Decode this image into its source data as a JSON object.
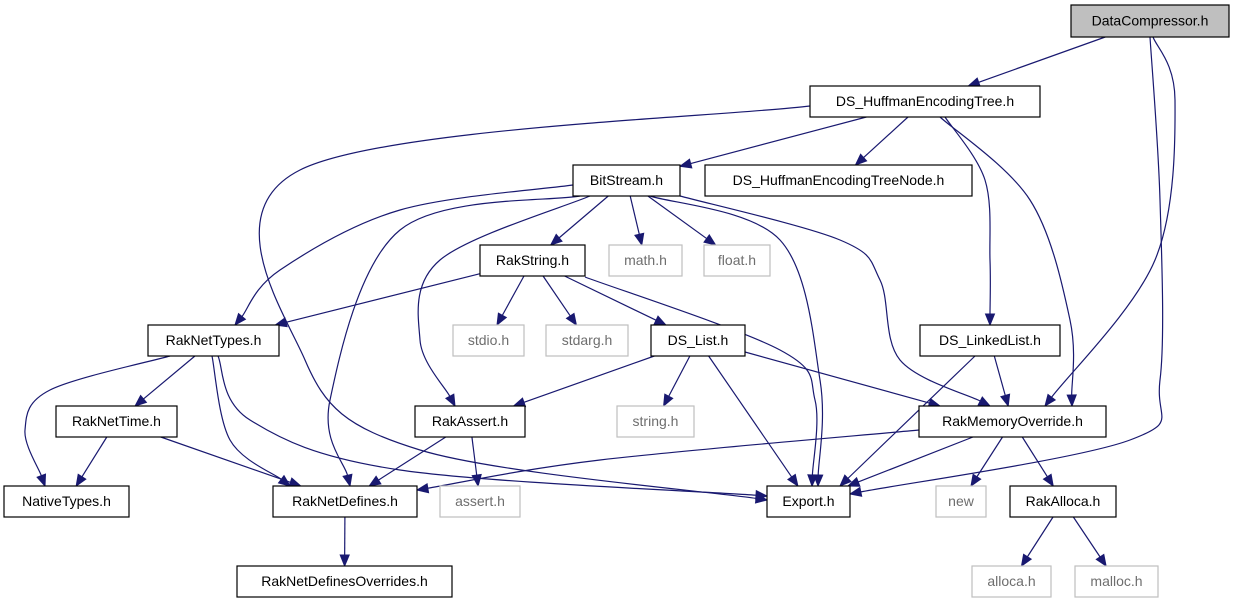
{
  "diagram": {
    "colors": {
      "edge": "#191970",
      "root_fill": "#bfbfbf",
      "node_border": "#000000",
      "system_border": "#bfbfbf",
      "system_text": "#6e6e6e"
    },
    "nodes": [
      {
        "id": "DataCompressor",
        "label": "DataCompressor.h",
        "kind": "root"
      },
      {
        "id": "HuffTree",
        "label": "DS_HuffmanEncodingTree.h",
        "kind": "local"
      },
      {
        "id": "BitStream",
        "label": "BitStream.h",
        "kind": "local"
      },
      {
        "id": "HuffNode",
        "label": "DS_HuffmanEncodingTreeNode.h",
        "kind": "local"
      },
      {
        "id": "RakString",
        "label": "RakString.h",
        "kind": "local"
      },
      {
        "id": "math",
        "label": "math.h",
        "kind": "system"
      },
      {
        "id": "float",
        "label": "float.h",
        "kind": "system"
      },
      {
        "id": "RakNetTypes",
        "label": "RakNetTypes.h",
        "kind": "local"
      },
      {
        "id": "stdio",
        "label": "stdio.h",
        "kind": "system"
      },
      {
        "id": "stdarg",
        "label": "stdarg.h",
        "kind": "system"
      },
      {
        "id": "DS_List",
        "label": "DS_List.h",
        "kind": "local"
      },
      {
        "id": "LinkedList",
        "label": "DS_LinkedList.h",
        "kind": "local"
      },
      {
        "id": "RakNetTime",
        "label": "RakNetTime.h",
        "kind": "local"
      },
      {
        "id": "RakAssert",
        "label": "RakAssert.h",
        "kind": "local"
      },
      {
        "id": "string",
        "label": "string.h",
        "kind": "system"
      },
      {
        "id": "RakMemOverride",
        "label": "RakMemoryOverride.h",
        "kind": "local"
      },
      {
        "id": "NativeTypes",
        "label": "NativeTypes.h",
        "kind": "local"
      },
      {
        "id": "RakNetDefines",
        "label": "RakNetDefines.h",
        "kind": "local"
      },
      {
        "id": "assert",
        "label": "assert.h",
        "kind": "system"
      },
      {
        "id": "Export",
        "label": "Export.h",
        "kind": "local"
      },
      {
        "id": "new",
        "label": "new",
        "kind": "system"
      },
      {
        "id": "RakAlloca",
        "label": "RakAlloca.h",
        "kind": "local"
      },
      {
        "id": "DefinesOverrides",
        "label": "RakNetDefinesOverrides.h",
        "kind": "local"
      },
      {
        "id": "alloca",
        "label": "alloca.h",
        "kind": "system"
      },
      {
        "id": "malloc",
        "label": "malloc.h",
        "kind": "system"
      }
    ],
    "edges": [
      [
        "DataCompressor",
        "HuffTree"
      ],
      [
        "DataCompressor",
        "RakMemOverride"
      ],
      [
        "DataCompressor",
        "Export"
      ],
      [
        "HuffTree",
        "BitStream"
      ],
      [
        "HuffTree",
        "HuffNode"
      ],
      [
        "HuffTree",
        "LinkedList"
      ],
      [
        "HuffTree",
        "RakMemOverride"
      ],
      [
        "HuffTree",
        "Export"
      ],
      [
        "BitStream",
        "RakString"
      ],
      [
        "BitStream",
        "math"
      ],
      [
        "BitStream",
        "float"
      ],
      [
        "BitStream",
        "RakNetTypes"
      ],
      [
        "BitStream",
        "RakAssert"
      ],
      [
        "BitStream",
        "RakNetDefines"
      ],
      [
        "BitStream",
        "Export"
      ],
      [
        "BitStream",
        "RakMemOverride"
      ],
      [
        "RakString",
        "RakNetTypes"
      ],
      [
        "RakString",
        "stdio"
      ],
      [
        "RakString",
        "stdarg"
      ],
      [
        "RakString",
        "DS_List"
      ],
      [
        "RakString",
        "Export"
      ],
      [
        "RakNetTypes",
        "RakNetTime"
      ],
      [
        "RakNetTypes",
        "NativeTypes"
      ],
      [
        "RakNetTypes",
        "RakNetDefines"
      ],
      [
        "RakNetTypes",
        "Export"
      ],
      [
        "DS_List",
        "RakAssert"
      ],
      [
        "DS_List",
        "string"
      ],
      [
        "DS_List",
        "Export"
      ],
      [
        "DS_List",
        "RakMemOverride"
      ],
      [
        "LinkedList",
        "RakMemOverride"
      ],
      [
        "LinkedList",
        "Export"
      ],
      [
        "RakNetTime",
        "NativeTypes"
      ],
      [
        "RakNetTime",
        "RakNetDefines"
      ],
      [
        "RakAssert",
        "RakNetDefines"
      ],
      [
        "RakAssert",
        "assert"
      ],
      [
        "RakMemOverride",
        "RakNetDefines"
      ],
      [
        "RakMemOverride",
        "Export"
      ],
      [
        "RakMemOverride",
        "new"
      ],
      [
        "RakMemOverride",
        "RakAlloca"
      ],
      [
        "RakNetDefines",
        "DefinesOverrides"
      ],
      [
        "RakAlloca",
        "alloca"
      ],
      [
        "RakAlloca",
        "malloc"
      ]
    ]
  }
}
